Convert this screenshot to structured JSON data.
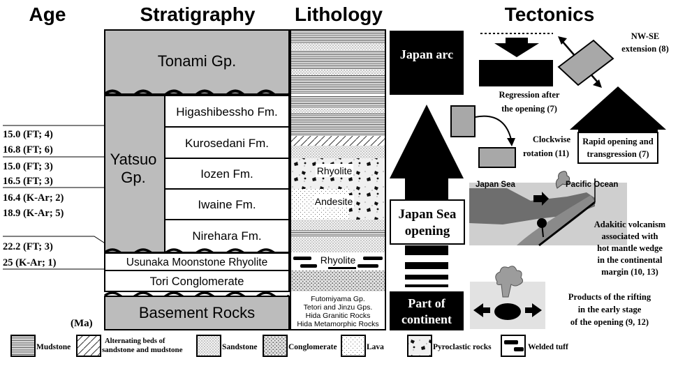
{
  "headers": {
    "age": "Age",
    "stratigraphy": "Stratigraphy",
    "lithology": "Lithology",
    "tectonics": "Tectonics"
  },
  "age_unit": "(Ma)",
  "ages": [
    "15.0 (FT; 4)",
    "16.8 (FT; 6)",
    "15.0 (FT; 3)",
    "16.5 (FT; 3)",
    "16.4 (K-Ar; 2)",
    "18.9 (K-Ar; 5)",
    "22.2 (FT; 3)",
    "25 (K-Ar; 1)"
  ],
  "stratigraphy": {
    "tonami": "Tonami Gp.",
    "yatsuo_line1": "Yatsuo",
    "yatsuo_line2": "Gp.",
    "higashibessho": "Higashibessho Fm.",
    "kurosedani": "Kurosedani Fm.",
    "iozen": "Iozen Fm.",
    "iwaine": "Iwaine Fm.",
    "nirehara": "Nirehara Fm.",
    "usunaka": "Usunaka Moonstone Rhyolite",
    "tori": "Tori Conglomerate",
    "basement": "Basement Rocks"
  },
  "lithology_labels": {
    "rhyolite_iozen": "Rhyolite",
    "andesite": "Andesite",
    "rhyolite_usunaka": "Rhyolite",
    "basement_lines": [
      "Futomiyama Gp.",
      "Tetori and Jinzu Gps.",
      "Hida Granitic Rocks",
      "Hida Metamorphic Rocks"
    ]
  },
  "arrow_column": {
    "japan_arc": "Japan arc",
    "opening_line1": "Japan Sea",
    "opening_line2": "opening",
    "continent_line1": "Part of",
    "continent_line2": "continent"
  },
  "tectonics": {
    "nw_se_line1": "NW-SE",
    "nw_se_line2": "extension (8)",
    "regression_line1": "Regression after",
    "regression_line2": "the opening (7)",
    "clockwise_line1": "Clockwise",
    "clockwise_line2": "rotation (11)",
    "rapid_line1": "Rapid opening and",
    "rapid_line2": "transgression (7)",
    "japan_sea": "Japan Sea",
    "pacific_ocean": "Pacific Ocean",
    "adakitic_lines": [
      "Adakitic volcanism",
      "associated with",
      "hot mantle wedge",
      "in  the continental",
      "margin (10, 13)"
    ],
    "rifting_lines": [
      "Products of the rifting",
      "in the early stage",
      "of the opening  (9, 12)"
    ]
  },
  "legend": [
    {
      "pattern": "mudstone",
      "label": "Mudstone"
    },
    {
      "pattern": "alternating",
      "label_line1": "Alternating beds of",
      "label_line2": "sandstone and mudstone"
    },
    {
      "pattern": "sandstone",
      "label": "Sandstone"
    },
    {
      "pattern": "conglomerate",
      "label": "Conglomerate"
    },
    {
      "pattern": "lava",
      "label": "Lava"
    },
    {
      "pattern": "pyroclastic",
      "label": "Pyroclastic rocks"
    },
    {
      "pattern": "welded",
      "label": "Welded tuff"
    }
  ],
  "colors": {
    "strat_gray": "#bcbcbc",
    "black": "#000000",
    "box_gray": "#a8a8a8",
    "cross_section_dark": "#6e6e6e",
    "cross_section_light": "#cfcfcf"
  }
}
